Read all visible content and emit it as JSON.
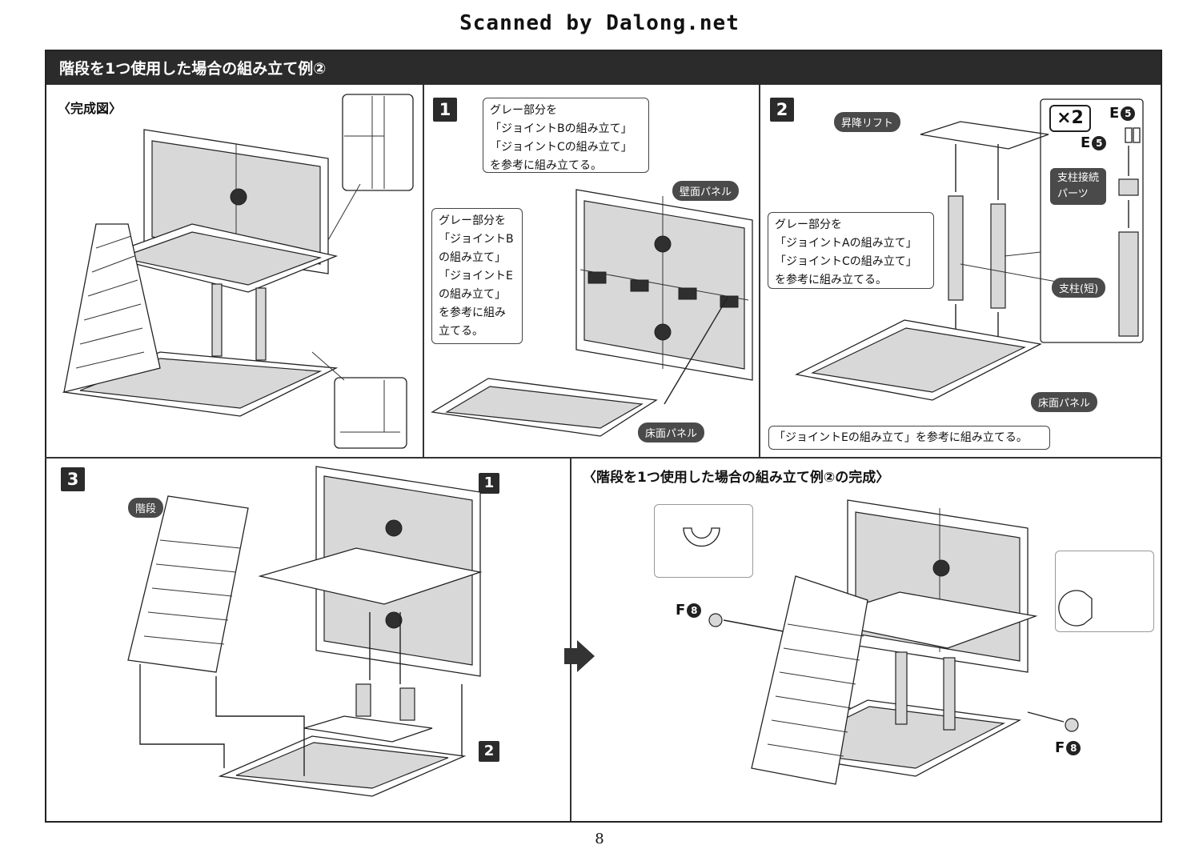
{
  "watermark": "Scanned by Dalong.net",
  "header": {
    "title": "階段を1つ使用した場合の組み立て例②"
  },
  "panels": {
    "completed": {
      "label": "〈完成図〉"
    },
    "step1": {
      "number": "1",
      "callout_top": [
        "グレー部分を",
        "「ジョイントBの組み立て」",
        "「ジョイントCの組み立て」",
        "を参考に組み立てる。"
      ],
      "callout_left": [
        "グレー部分を",
        "「ジョイントB",
        "の組み立て」",
        "「ジョイントE",
        "の組み立て」",
        "を参考に組み",
        "立てる。"
      ],
      "tag_wall": "壁面パネル",
      "tag_floor": "床面パネル"
    },
    "step2": {
      "number": "2",
      "tag_lift": "昇降リフト",
      "callout": [
        "グレー部分を",
        "「ジョイントAの組み立て」",
        "「ジョイントCの組み立て」",
        "を参考に組み立てる。"
      ],
      "multiplier": "×2",
      "part_e5_top": "E",
      "part_e5_mid": "E",
      "part_e5_num": "5",
      "tag_support_connect": [
        "支柱接続",
        "パーツ"
      ],
      "tag_support_short": "支柱(短)",
      "tag_floor": "床面パネル",
      "bottom_note": "「ジョイントEの組み立て」を参考に組み立てる。"
    },
    "step3": {
      "number": "3",
      "tag_stairs": "階段",
      "ref_step1": "1",
      "ref_step2": "2"
    },
    "final": {
      "label": "〈階段を1つ使用した場合の組み立て例②の完成〉",
      "part_f8_left": "F",
      "part_f8_right": "F",
      "part_f8_num": "8"
    }
  },
  "page_number": "8"
}
